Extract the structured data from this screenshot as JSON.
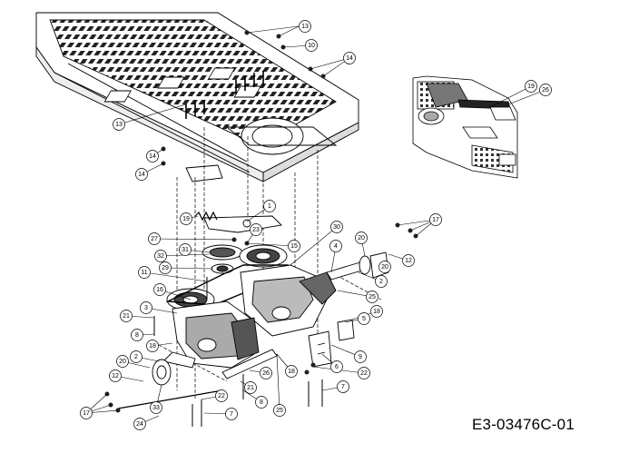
{
  "diagram": {
    "reference_code": "E3-03476C-01",
    "callouts": [
      "13",
      "10",
      "14",
      "13",
      "14",
      "14",
      "1",
      "19",
      "23",
      "27",
      "15",
      "30",
      "31",
      "32",
      "29",
      "11",
      "16",
      "3",
      "21",
      "8",
      "18",
      "4",
      "20",
      "20",
      "12",
      "2",
      "25",
      "18",
      "5",
      "17",
      "2",
      "20",
      "12",
      "17",
      "33",
      "24",
      "22",
      "7",
      "8",
      "21",
      "26",
      "18",
      "25",
      "6",
      "22",
      "9",
      "7",
      "19",
      "26"
    ]
  }
}
